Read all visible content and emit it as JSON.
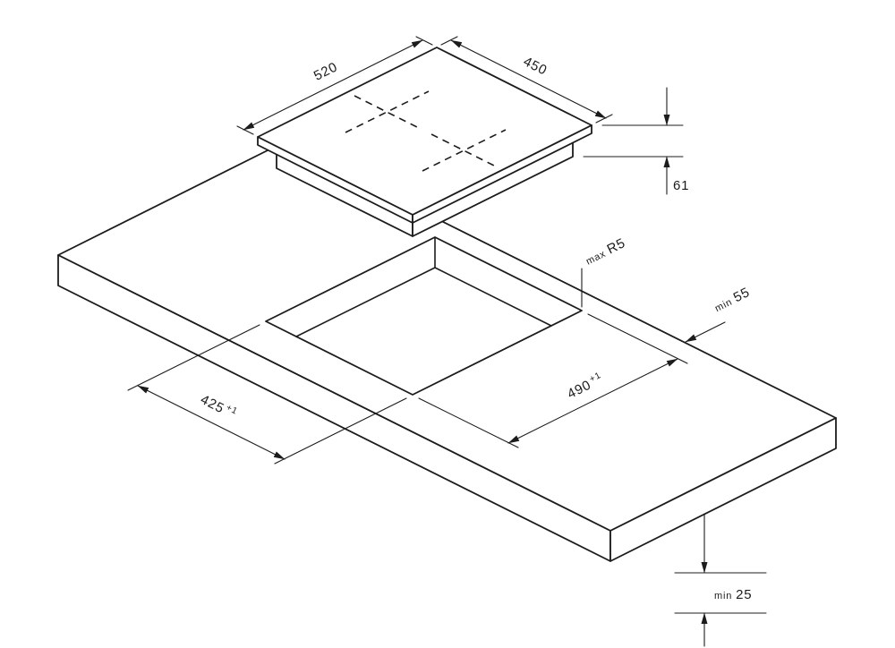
{
  "colors": {
    "line": "#1c1c1c",
    "background": "#ffffff"
  },
  "labels": {
    "hob_width": "520",
    "hob_depth": "450",
    "hob_height": "61",
    "radius_qualifier": "max",
    "radius_value": "R5",
    "rear_clearance_qualifier": "min",
    "rear_clearance_value": "55",
    "cutout_width": "490",
    "cutout_width_tolerance": "+1",
    "cutout_depth": "425",
    "cutout_depth_tolerance": "+1",
    "bottom_clearance_qualifier": "min",
    "bottom_clearance_value": "25"
  }
}
